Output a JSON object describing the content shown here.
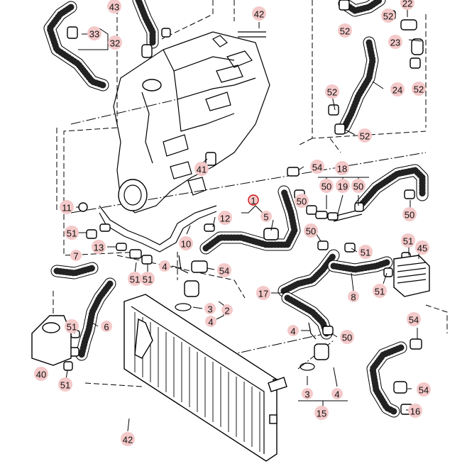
{
  "diagram": {
    "callouts": [
      {
        "id": "c43",
        "label": "43"
      },
      {
        "id": "c42a",
        "label": "42"
      },
      {
        "id": "c22",
        "label": "22"
      },
      {
        "id": "c52a",
        "label": "52"
      },
      {
        "id": "c52b",
        "label": "52"
      },
      {
        "id": "c33",
        "label": "33"
      },
      {
        "id": "c32",
        "label": "32"
      },
      {
        "id": "c23",
        "label": "23"
      },
      {
        "id": "c52c",
        "label": "52"
      },
      {
        "id": "c24",
        "label": "24"
      },
      {
        "id": "c52d",
        "label": "52"
      },
      {
        "id": "c52e",
        "label": "52"
      },
      {
        "id": "c54a",
        "label": "54"
      },
      {
        "id": "c41",
        "label": "41"
      },
      {
        "id": "c18",
        "label": "18"
      },
      {
        "id": "c50a",
        "label": "50"
      },
      {
        "id": "c19",
        "label": "19"
      },
      {
        "id": "c50b",
        "label": "50"
      },
      {
        "id": "c1",
        "label": "1",
        "selected": true
      },
      {
        "id": "c11",
        "label": "11"
      },
      {
        "id": "c5",
        "label": "5"
      },
      {
        "id": "c50c",
        "label": "50"
      },
      {
        "id": "c50d",
        "label": "50"
      },
      {
        "id": "c12",
        "label": "12"
      },
      {
        "id": "c50e",
        "label": "50"
      },
      {
        "id": "c51a",
        "label": "51"
      },
      {
        "id": "c10",
        "label": "10"
      },
      {
        "id": "c51b",
        "label": "51"
      },
      {
        "id": "c45",
        "label": "45"
      },
      {
        "id": "c13",
        "label": "13"
      },
      {
        "id": "c51c",
        "label": "51"
      },
      {
        "id": "c7",
        "label": "7"
      },
      {
        "id": "c4a",
        "label": "4"
      },
      {
        "id": "c54b",
        "label": "54"
      },
      {
        "id": "c51d",
        "label": "51"
      },
      {
        "id": "c51e",
        "label": "51"
      },
      {
        "id": "c17",
        "label": "17"
      },
      {
        "id": "c8",
        "label": "8"
      },
      {
        "id": "c51f",
        "label": "51"
      },
      {
        "id": "c3a",
        "label": "3"
      },
      {
        "id": "c2",
        "label": "2"
      },
      {
        "id": "c6",
        "label": "6"
      },
      {
        "id": "c4b",
        "label": "4"
      },
      {
        "id": "c54c",
        "label": "54"
      },
      {
        "id": "c51g",
        "label": "51"
      },
      {
        "id": "c4c",
        "label": "4"
      },
      {
        "id": "c50f",
        "label": "50"
      },
      {
        "id": "c40",
        "label": "40"
      },
      {
        "id": "c51h",
        "label": "51"
      },
      {
        "id": "c54d",
        "label": "54"
      },
      {
        "id": "c3b",
        "label": "3"
      },
      {
        "id": "c4d",
        "label": "4"
      },
      {
        "id": "c16",
        "label": "16"
      },
      {
        "id": "c15",
        "label": "15"
      },
      {
        "id": "c42b",
        "label": "42"
      }
    ]
  }
}
